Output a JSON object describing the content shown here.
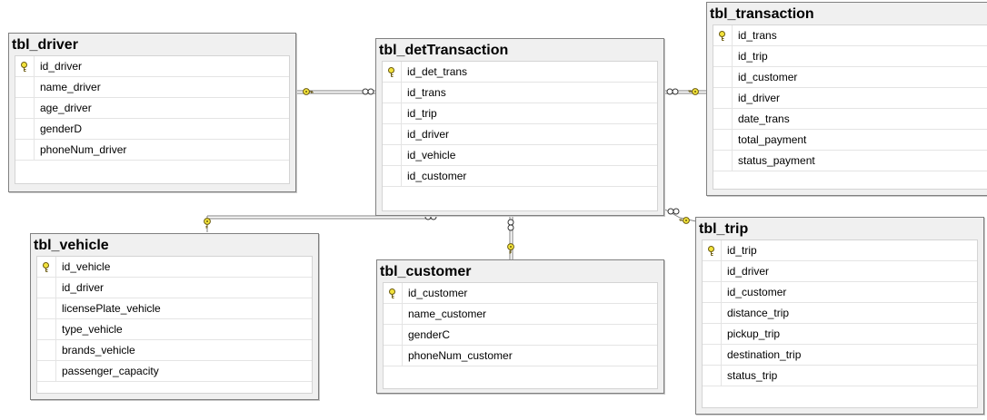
{
  "tables": {
    "driver": {
      "name": "tbl_driver",
      "columns": [
        {
          "name": "id_driver",
          "pk": true
        },
        {
          "name": "name_driver",
          "pk": false
        },
        {
          "name": "age_driver",
          "pk": false
        },
        {
          "name": "genderD",
          "pk": false
        },
        {
          "name": "phoneNum_driver",
          "pk": false
        }
      ]
    },
    "detTransaction": {
      "name": "tbl_detTransaction",
      "columns": [
        {
          "name": "id_det_trans",
          "pk": true
        },
        {
          "name": "id_trans",
          "pk": false
        },
        {
          "name": "id_trip",
          "pk": false
        },
        {
          "name": "id_driver",
          "pk": false
        },
        {
          "name": "id_vehicle",
          "pk": false
        },
        {
          "name": "id_customer",
          "pk": false
        }
      ]
    },
    "transaction": {
      "name": "tbl_transaction",
      "columns": [
        {
          "name": "id_trans",
          "pk": true
        },
        {
          "name": "id_trip",
          "pk": false
        },
        {
          "name": "id_customer",
          "pk": false
        },
        {
          "name": "id_driver",
          "pk": false
        },
        {
          "name": "date_trans",
          "pk": false
        },
        {
          "name": "total_payment",
          "pk": false
        },
        {
          "name": "status_payment",
          "pk": false
        }
      ]
    },
    "vehicle": {
      "name": "tbl_vehicle",
      "columns": [
        {
          "name": "id_vehicle",
          "pk": true
        },
        {
          "name": "id_driver",
          "pk": false
        },
        {
          "name": "licensePlate_vehicle",
          "pk": false
        },
        {
          "name": "type_vehicle",
          "pk": false
        },
        {
          "name": "brands_vehicle",
          "pk": false
        },
        {
          "name": "passenger_capacity",
          "pk": false
        }
      ]
    },
    "customer": {
      "name": "tbl_customer",
      "columns": [
        {
          "name": "id_customer",
          "pk": true
        },
        {
          "name": "name_customer",
          "pk": false
        },
        {
          "name": "genderC",
          "pk": false
        },
        {
          "name": "phoneNum_customer",
          "pk": false
        }
      ]
    },
    "trip": {
      "name": "tbl_trip",
      "columns": [
        {
          "name": "id_trip",
          "pk": true
        },
        {
          "name": "id_driver",
          "pk": false
        },
        {
          "name": "id_customer",
          "pk": false
        },
        {
          "name": "distance_trip",
          "pk": false
        },
        {
          "name": "pickup_trip",
          "pk": false
        },
        {
          "name": "destination_trip",
          "pk": false
        },
        {
          "name": "status_trip",
          "pk": false
        }
      ]
    }
  },
  "relationships": [
    {
      "from": "driver",
      "to": "detTransaction"
    },
    {
      "from": "vehicle",
      "to": "detTransaction"
    },
    {
      "from": "customer",
      "to": "detTransaction"
    },
    {
      "from": "transaction",
      "to": "detTransaction"
    },
    {
      "from": "trip",
      "to": "detTransaction"
    }
  ],
  "colors": {
    "key_icon": "#f2e23b",
    "relationship_line": "#808080",
    "table_header_bg": "#f0f0f0"
  }
}
